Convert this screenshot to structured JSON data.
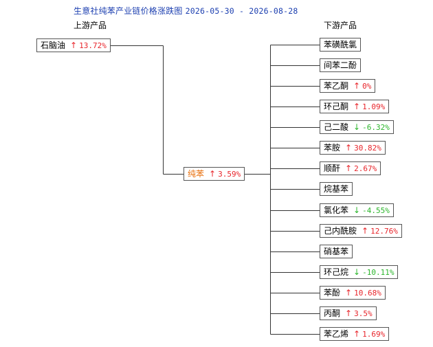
{
  "title": {
    "name": "生意社纯苯产业链价格涨跌图",
    "date_range": "2026-05-30 - 2026-08-28"
  },
  "upstream_heading": "上游产品",
  "downstream_heading": "下游产品",
  "center": {
    "name": "纯苯",
    "direction": "up",
    "arrow": "↑",
    "change": "3.59%"
  },
  "upstream": [
    {
      "name": "石脑油",
      "direction": "up",
      "arrow": "↑",
      "change": "13.72%"
    }
  ],
  "downstream": [
    {
      "name": "苯磺酰氯"
    },
    {
      "name": "间苯二酚"
    },
    {
      "name": "苯乙酮",
      "direction": "up",
      "arrow": "↑",
      "change": "0%"
    },
    {
      "name": "环己酮",
      "direction": "up",
      "arrow": "↑",
      "change": "1.09%"
    },
    {
      "name": "己二酸",
      "direction": "down",
      "arrow": "↓",
      "change": "-6.32%"
    },
    {
      "name": "苯胺",
      "direction": "up",
      "arrow": "↑",
      "change": "30.82%"
    },
    {
      "name": "顺酐",
      "direction": "up",
      "arrow": "↑",
      "change": "2.67%"
    },
    {
      "name": "烷基苯"
    },
    {
      "name": "氯化苯",
      "direction": "down",
      "arrow": "↓",
      "change": "-4.55%"
    },
    {
      "name": "己内酰胺",
      "direction": "up",
      "arrow": "↑",
      "change": "12.76%"
    },
    {
      "name": "硝基苯"
    },
    {
      "name": "环己烷",
      "direction": "down",
      "arrow": "↓",
      "change": "-10.11%"
    },
    {
      "name": "苯酚",
      "direction": "up",
      "arrow": "↑",
      "change": "10.68%"
    },
    {
      "name": "丙酮",
      "direction": "up",
      "arrow": "↑",
      "change": "3.5%"
    },
    {
      "name": "苯乙烯",
      "direction": "up",
      "arrow": "↑",
      "change": "1.69%"
    }
  ]
}
